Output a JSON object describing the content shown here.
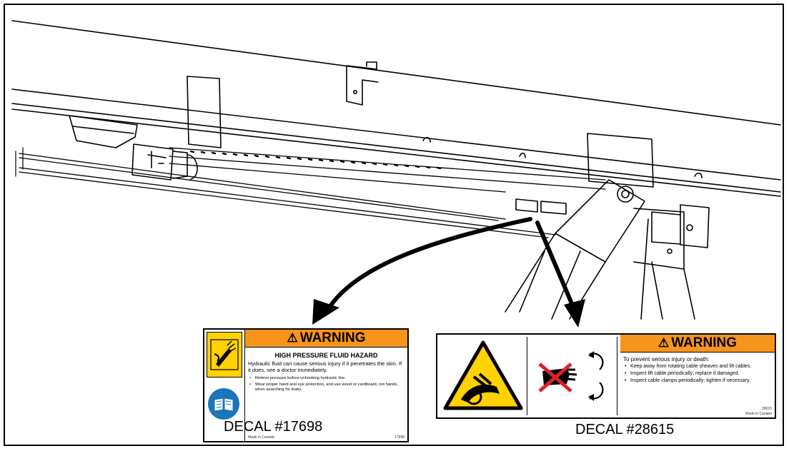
{
  "decal_1": {
    "caption": "DECAL #17698",
    "signal_word": "WARNING",
    "hazard_title": "HIGH PRESSURE FLUID HAZARD",
    "body": "Hydraulic fluid can cause serious injury if it penetrates the skin. If it does, see a doctor immediately.",
    "bullets": [
      "Relieve pressure before unhooking hydraulic line.",
      "Wear proper hand and eye protection, and use wood or cardboard, not hands, when searching for leaks."
    ],
    "made_in": "Made in Canada",
    "part_number": "17698",
    "icons": [
      "fluid-injection-hazard-icon",
      "read-manual-icon"
    ]
  },
  "decal_2": {
    "caption": "DECAL #28615",
    "signal_word": "WARNING",
    "intro": "To prevent serious injury or death:",
    "bullets": [
      "Keep away from rotating cable sheaves and lift cables.",
      "Inspect lift cable periodically; replace if damaged.",
      "Inspect cable clamps periodically; tighten if necessary."
    ],
    "made_in": "Made in Canada",
    "part_number": "28615",
    "icons": [
      "entanglement-hazard-icon",
      "no-hands-rotating-icon"
    ]
  },
  "colors": {
    "warning_orange": "#f7941d",
    "hazard_yellow": "#ffd200",
    "mandatory_blue": "#1b75bb",
    "prohibition_red": "#d9232a"
  }
}
